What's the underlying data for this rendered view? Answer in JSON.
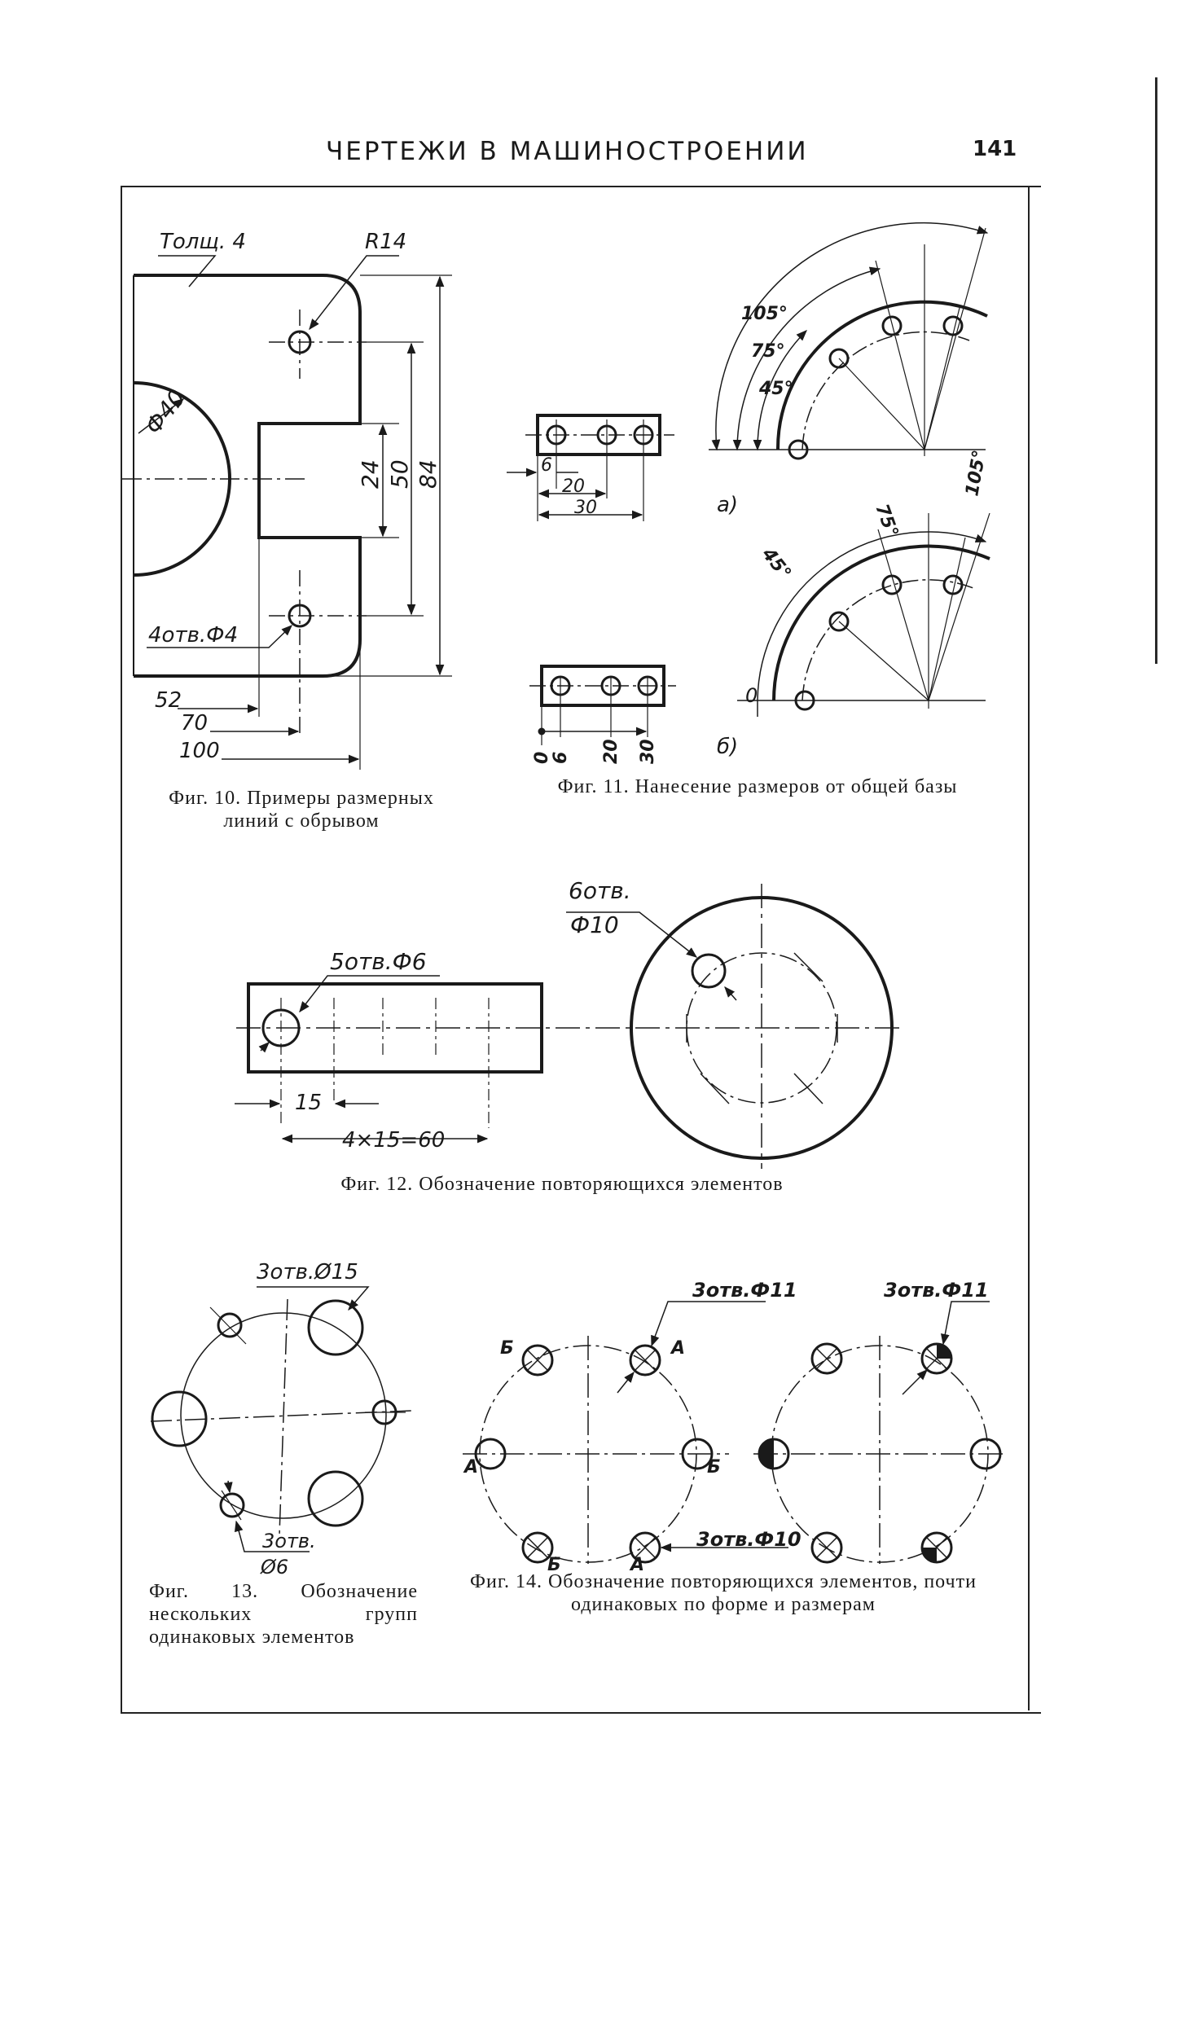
{
  "header": {
    "title": "ЧЕРТЕЖИ В МАШИНОСТРОЕНИИ",
    "page_number": "141"
  },
  "fig10": {
    "caption": "Фиг. 10. Примеры размерных линий с обрывом",
    "labels": {
      "thickness": "Толщ. 4",
      "radius": "R14",
      "diameter": "Ф40",
      "holes": "4отв.Ф4",
      "d24": "24",
      "d50": "50",
      "d84": "84",
      "d52": "52",
      "d70": "70",
      "d100": "100"
    }
  },
  "fig11": {
    "caption": "Фиг. 11. Нанесение размеров от общей базы",
    "labels": {
      "a": "а)",
      "b": "б)",
      "d6": "6",
      "d20": "20",
      "d30": "30",
      "ang105": "105°",
      "ang75": "75°",
      "ang45": "45°",
      "zero": "0",
      "v0": "0",
      "v6": "6",
      "v20": "20",
      "v30": "30"
    }
  },
  "fig12": {
    "caption": "Фиг. 12. Обозначение повторяющихся элементов",
    "labels": {
      "holes5": "5отв.Ф6",
      "d15": "15",
      "d4x15": "4×15=60",
      "holes6": "6отв.",
      "dia10": "Ф10"
    }
  },
  "fig13": {
    "caption": "Фиг. 13. Обозначение нескольких групп одинаковых элементов",
    "labels": {
      "top": "3отв.Ø15",
      "bottom": "3отв.",
      "bottom_dia": "Ø6"
    }
  },
  "fig14": {
    "caption": "Фиг. 14. Обозначение повторяющихся элементов, почти одинаковых по форме и размерам",
    "labels": {
      "left_top": "3отв.Ф11",
      "right_top": "3отв.Ф11",
      "bottom": "3отв.Ф10",
      "A": "А",
      "B": "Б"
    }
  }
}
